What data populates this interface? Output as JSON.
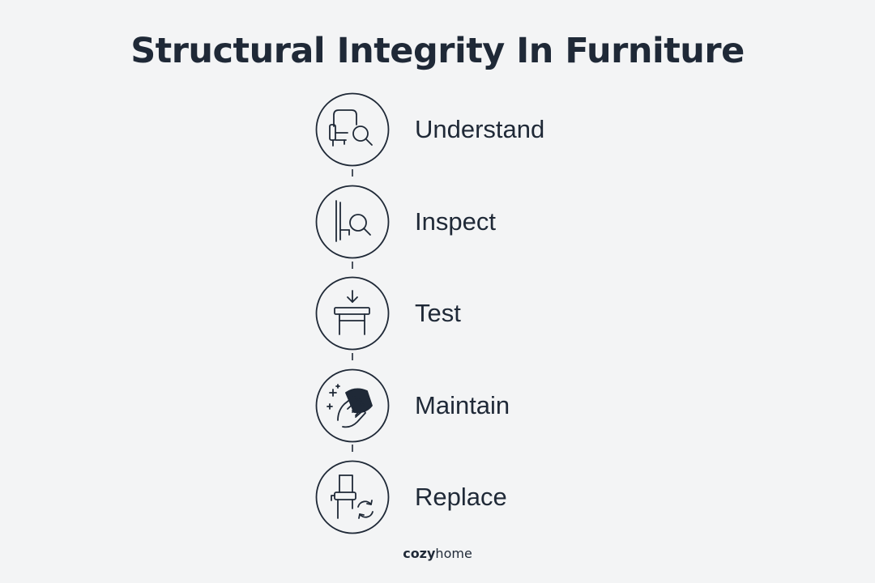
{
  "title": "Structural Integrity In Furniture",
  "steps": [
    {
      "label": "Understand",
      "icon": "armchair-magnifier-icon"
    },
    {
      "label": "Inspect",
      "icon": "chair-side-magnifier-icon"
    },
    {
      "label": "Test",
      "icon": "table-pressure-arrow-icon"
    },
    {
      "label": "Maintain",
      "icon": "hand-cleaning-cloth-icon"
    },
    {
      "label": "Replace",
      "icon": "chair-replace-cycle-icon"
    }
  ],
  "brand": {
    "bold": "cozy",
    "light": "home"
  },
  "colors": {
    "background": "#f3f4f5",
    "ink": "#1f2937"
  }
}
